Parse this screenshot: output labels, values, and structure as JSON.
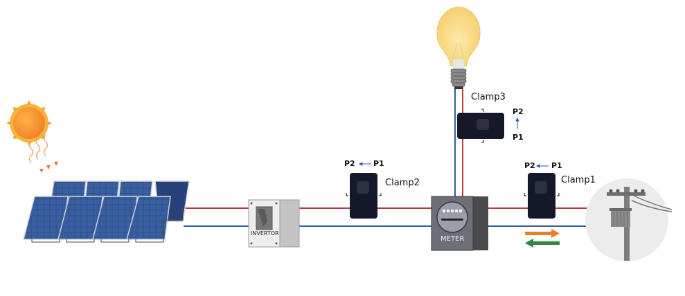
{
  "diagram": {
    "title": "Solar PV system with energy meter and current clamps",
    "components": {
      "sun": "sun",
      "solar_panels": "solar-panel-array",
      "inverter": {
        "label": "INVERTOR"
      },
      "meter": {
        "label": "METER"
      },
      "bulb": "load-light-bulb",
      "grid": "utility-pole-grid"
    },
    "clamps": [
      {
        "name": "Clamp2",
        "from": "P1",
        "to": "P2",
        "direction": "left"
      },
      {
        "name": "Clamp3",
        "from": "P1",
        "to": "P2",
        "direction": "up"
      },
      {
        "name": "Clamp1",
        "from": "P1",
        "to": "P2",
        "direction": "left"
      }
    ],
    "flow_arrows": [
      {
        "direction": "right",
        "color": "#e8802a",
        "meaning": "export to grid"
      },
      {
        "direction": "left",
        "color": "#2b8a3e",
        "meaning": "import from grid"
      }
    ],
    "colors": {
      "live_wire": "#b83a3a",
      "neutral_wire": "#2f5f9e"
    }
  }
}
